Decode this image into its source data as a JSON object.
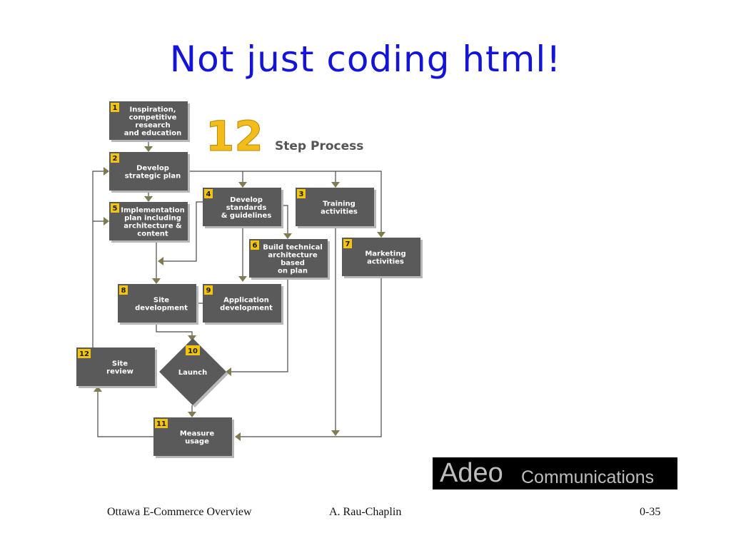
{
  "slide": {
    "title": "Not just coding html!",
    "footer_left": "Ottawa E-Commerce Overview",
    "footer_center": "A. Rau-Chaplin",
    "footer_right": "0-35"
  },
  "diagram": {
    "heading_number": "12",
    "heading_text": "Step Process",
    "steps": [
      {
        "num": "1",
        "lines": [
          "Inspiration,",
          "competitive",
          "research",
          "and education"
        ]
      },
      {
        "num": "2",
        "lines": [
          "Develop",
          "strategic plan"
        ]
      },
      {
        "num": "3",
        "lines": [
          "Training",
          "activities"
        ]
      },
      {
        "num": "4",
        "lines": [
          "Develop",
          "standards",
          "& guidelines"
        ]
      },
      {
        "num": "5",
        "lines": [
          "Implementation",
          "plan including",
          "architecture &",
          "content"
        ]
      },
      {
        "num": "6",
        "lines": [
          "Build technical",
          "architecture",
          "based",
          "on plan"
        ]
      },
      {
        "num": "7",
        "lines": [
          "Marketing",
          "activities"
        ]
      },
      {
        "num": "8",
        "lines": [
          "Site",
          "development"
        ]
      },
      {
        "num": "9",
        "lines": [
          "Application",
          "development"
        ]
      },
      {
        "num": "10",
        "lines": [
          "Launch"
        ]
      },
      {
        "num": "11",
        "lines": [
          "Measure",
          "usage"
        ]
      },
      {
        "num": "12",
        "lines": [
          "Site",
          "review"
        ]
      }
    ]
  },
  "logo": {
    "brand": "Adeo",
    "sub": "Communications"
  },
  "colors": {
    "title": "#1414d8",
    "box": "#5a5a5a",
    "number_badge": "#f2c40c",
    "arrow": "#7f7c52"
  }
}
